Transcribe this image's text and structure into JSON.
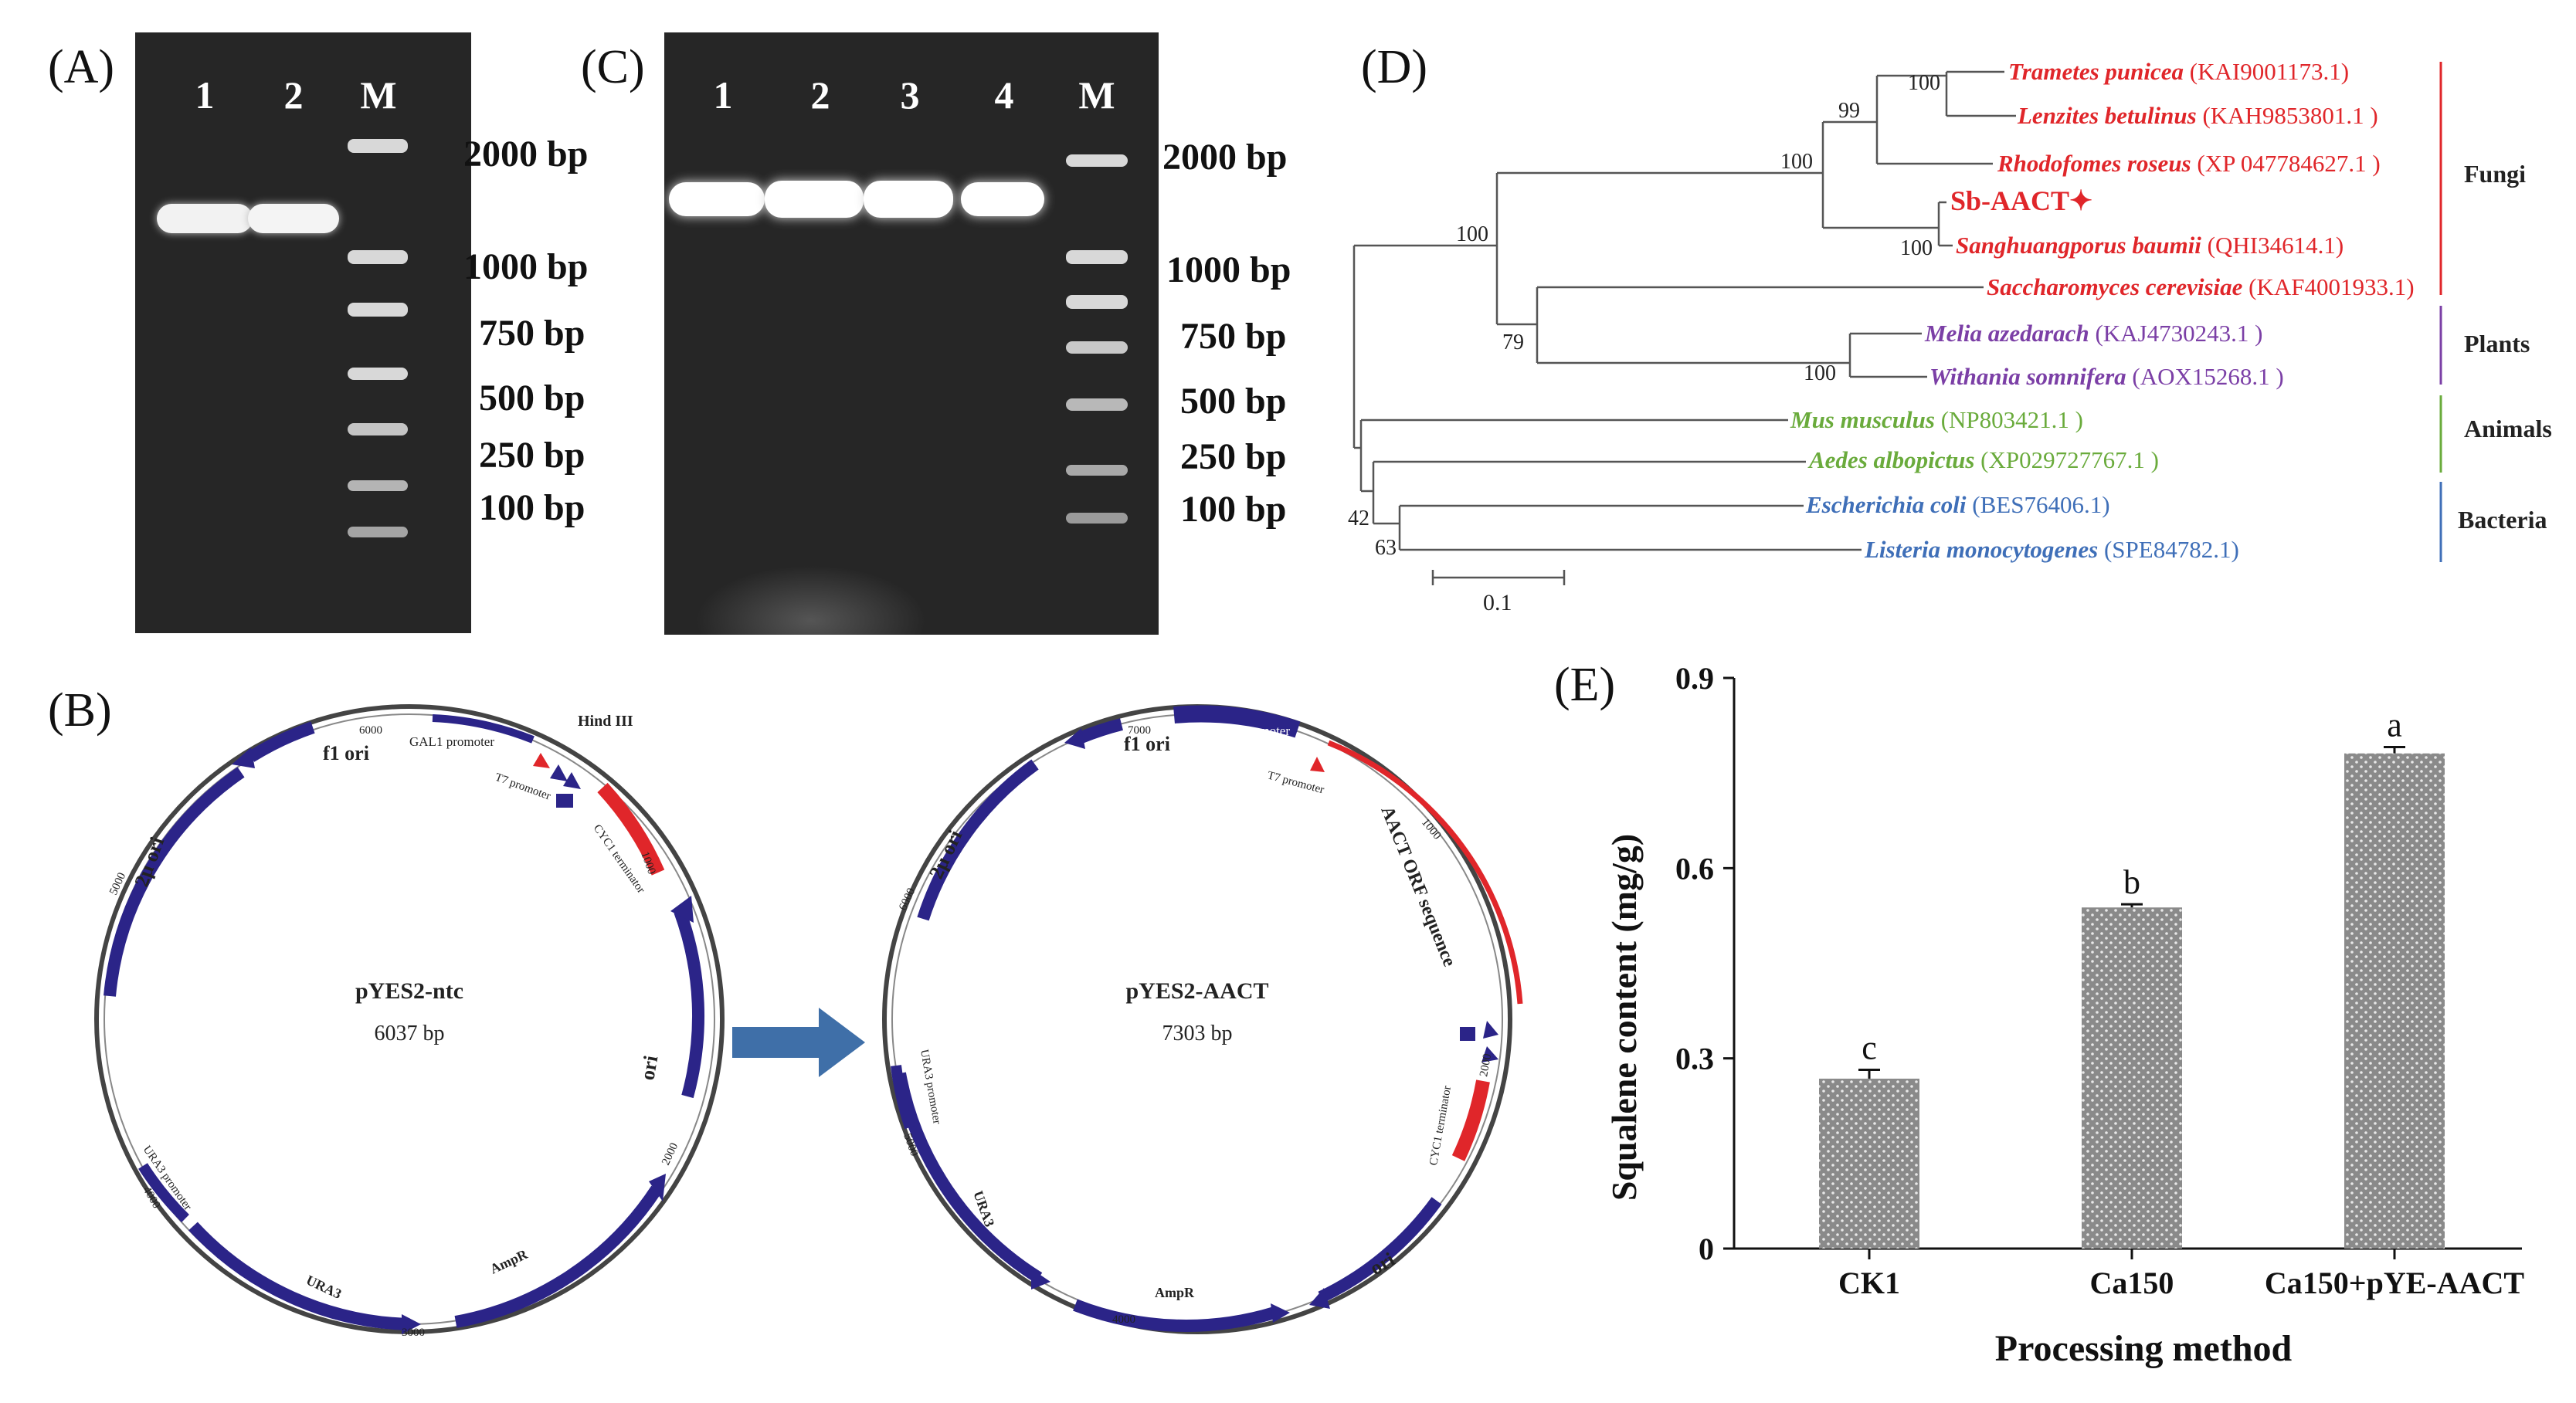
{
  "panels": {
    "A": {
      "label": "(A)",
      "lanes": [
        "1",
        "2",
        "M"
      ],
      "ladder": [
        "2000 bp",
        "1000 bp",
        "750 bp",
        "500 bp",
        "250 bp",
        "100 bp"
      ]
    },
    "B": {
      "label": "(B)",
      "plasmid1": {
        "name": "pYES2-ntc",
        "size": "6037 bp",
        "features": {
          "f1": "f1 ori",
          "twomu": "2μ ori",
          "ori": "ori",
          "gal1": "GAL1 promoter",
          "t7": "T7 promoter",
          "hind": "Hind III",
          "cyc1": "CYC1 terminator",
          "ura3p": "URA3 promoter",
          "ura3": "URA3",
          "ampr": "AmpR"
        },
        "ticks": [
          "6000",
          "5000",
          "1000",
          "2000",
          "3000",
          "4000"
        ]
      },
      "plasmid2": {
        "name": "pYES2-AACT",
        "size": "7303 bp",
        "features": {
          "f1": "f1 ori",
          "twomu": "2μ ori",
          "ori": "ori",
          "gal1": "GAL1 promoter",
          "t7": "T7 promoter",
          "aact": "AACT ORF sequence",
          "cyc1": "CYC1 terminator",
          "ura3p": "URA3 promoter",
          "ura3": "URA3",
          "ampr": "AmpR"
        },
        "ticks": [
          "7000",
          "6000",
          "1000",
          "2000",
          "5000",
          "4000"
        ]
      }
    },
    "C": {
      "label": "(C)",
      "lanes": [
        "1",
        "2",
        "3",
        "4",
        "M"
      ],
      "ladder": [
        "2000 bp",
        "1000 bp",
        "750 bp",
        "500 bp",
        "250 bp",
        "100 bp"
      ]
    },
    "D": {
      "label": "(D)",
      "taxa": [
        {
          "name": "Trametes punicea",
          "acc": "(KAI9001173.1)"
        },
        {
          "name": "Lenzites betulinus",
          "acc": "(KAH9853801.1 )"
        },
        {
          "name": "Rhodofomes roseus",
          "acc": "(XP 047784627.1 )"
        },
        {
          "name": "Sb-AACT✦",
          "acc": ""
        },
        {
          "name": "Sanghuangporus baumii",
          "acc": "(QHI34614.1)"
        },
        {
          "name": "Saccharomyces cerevisiae",
          "acc": "(KAF4001933.1)"
        },
        {
          "name": "Melia azedarach",
          "acc": "(KAJ4730243.1 )"
        },
        {
          "name": "Withania somnifera",
          "acc": "(AOX15268.1 )"
        },
        {
          "name": "Mus musculus",
          "acc": "(NP803421.1 )"
        },
        {
          "name": "Aedes albopictus",
          "acc": "(XP029727767.1 )"
        },
        {
          "name": "Escherichia coli",
          "acc": "(BES76406.1)"
        },
        {
          "name": "Listeria monocytogenes",
          "acc": "(SPE84782.1)"
        }
      ],
      "bootstrap": [
        "100",
        "99",
        "100",
        "100",
        "100",
        "79",
        "100",
        "42",
        "63"
      ],
      "groups": [
        "Fungi",
        "Plants",
        "Animals",
        "Bacteria"
      ],
      "scale": "0.1",
      "colors": {
        "fungi": "#e0262a",
        "plants": "#7b3fa6",
        "animals": "#6aab3c",
        "bacteria": "#3f6fb8"
      }
    },
    "E": {
      "label": "(E)",
      "chart_data": {
        "type": "bar",
        "categories": [
          "CK1",
          "Ca150",
          "Ca150+pYE-AACT"
        ],
        "values": [
          0.268,
          0.538,
          0.781
        ],
        "errors": [
          0.014,
          0.005,
          0.01
        ],
        "letters": [
          "c",
          "b",
          "a"
        ],
        "xlabel": "Processing method",
        "ylabel": "Squalene content (mg/g)",
        "ylim": [
          0,
          0.9
        ],
        "yticks": [
          "0",
          "0.3",
          "0.6",
          "0.9"
        ],
        "bar_color": "#8a8a8a"
      }
    }
  }
}
